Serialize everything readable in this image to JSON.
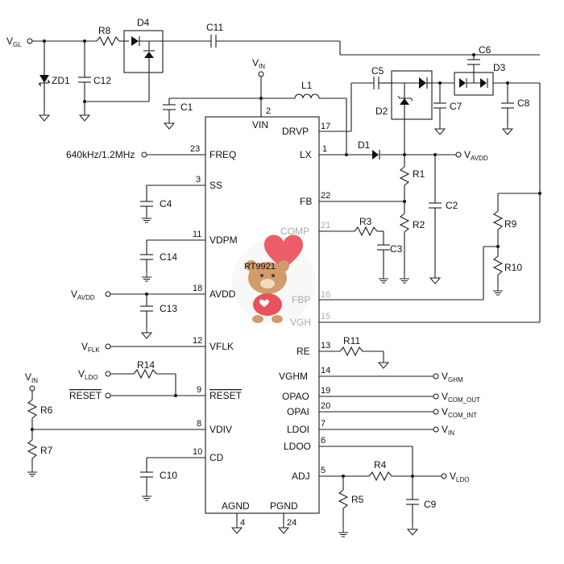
{
  "nets": {
    "vgl": "V",
    "vgl_sub": "GL",
    "vin": "V",
    "vin_sub": "IN",
    "vavdd": "V",
    "vavdd_sub": "AVDD",
    "vflk": "V",
    "vflk_sub": "FLK",
    "vldo": "V",
    "vldo_sub": "LDO",
    "reset": "RESET",
    "freq": "640kHz/1.2MHz",
    "vghm": "V",
    "vghm_sub": "GHM",
    "vcom_out": "V",
    "vcom_out_sub": "COM_OUT",
    "vcom_int": "V",
    "vcom_int_sub": "COM_INT"
  },
  "components": {
    "r1": "R1",
    "r2": "R2",
    "r3": "R3",
    "r4": "R4",
    "r5": "R5",
    "r6": "R6",
    "r7": "R7",
    "r8": "R8",
    "r9": "R9",
    "r10": "R10",
    "r11": "R11",
    "r14": "R14",
    "c1": "C1",
    "c2": "C2",
    "c3": "C3",
    "c4": "C4",
    "c5": "C5",
    "c6": "C6",
    "c7": "C7",
    "c8": "C8",
    "c9": "C9",
    "c10": "C10",
    "c11": "C11",
    "c12": "C12",
    "c13": "C13",
    "c14": "C14",
    "d1": "D1",
    "d2": "D2",
    "d3": "D3",
    "d4": "D4",
    "zd1": "ZD1",
    "l1": "L1"
  },
  "chip": {
    "watermark": "RT9921",
    "pins": {
      "vin": {
        "name": "VIN",
        "num": "2"
      },
      "drvp": {
        "name": "DRVP",
        "num": "17"
      },
      "freq": {
        "name": "FREQ",
        "num": "23"
      },
      "lx": {
        "name": "LX",
        "num": "1"
      },
      "ss": {
        "name": "SS",
        "num": "3"
      },
      "fb": {
        "name": "FB",
        "num": "22"
      },
      "vdpm": {
        "name": "VDPM",
        "num": "11"
      },
      "comp": {
        "name": "COMP",
        "num": "21"
      },
      "avdd": {
        "name": "AVDD",
        "num": "18"
      },
      "fbp": {
        "name": "FBP",
        "num": "16"
      },
      "vgh": {
        "name": "VGH",
        "num": "15"
      },
      "vflk": {
        "name": "VFLK",
        "num": "12"
      },
      "re": {
        "name": "RE",
        "num": "13"
      },
      "vghm": {
        "name": "VGHM",
        "num": "14"
      },
      "reset": {
        "name": "RESET",
        "num": "9"
      },
      "opao": {
        "name": "OPAO",
        "num": "19"
      },
      "opai": {
        "name": "OPAI",
        "num": "20"
      },
      "vdiv": {
        "name": "VDIV",
        "num": "8"
      },
      "ldoi": {
        "name": "LDOI",
        "num": "7"
      },
      "cd": {
        "name": "CD",
        "num": "10"
      },
      "ldoo": {
        "name": "LDOO",
        "num": "6"
      },
      "adj": {
        "name": "ADJ",
        "num": "5"
      },
      "agnd": {
        "name": "AGND",
        "num": "4"
      },
      "pgnd": {
        "name": "PGND",
        "num": "24"
      }
    }
  }
}
